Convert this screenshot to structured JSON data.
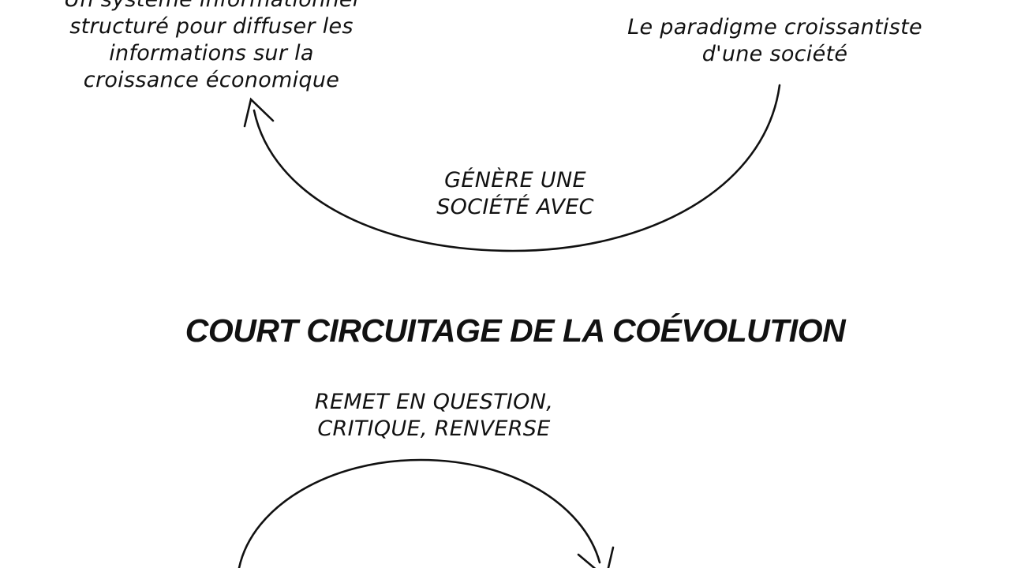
{
  "top_cycle": {
    "left_node": [
      "Un système informationnel",
      "structuré pour diffuser les",
      "informations sur la",
      "croissance économique"
    ],
    "right_node": [
      "Le paradigme croissantiste",
      "d'une société"
    ],
    "arrow_label": [
      "GÉNÈRE UNE",
      "SOCIÉTÉ AVEC"
    ]
  },
  "section_title": "COURT CIRCUITAGE DE LA COÉVOLUTION",
  "bottom_cycle": {
    "arrow_label": [
      "REMET EN QUESTION,",
      "CRITIQUE, RENVERSE"
    ]
  }
}
